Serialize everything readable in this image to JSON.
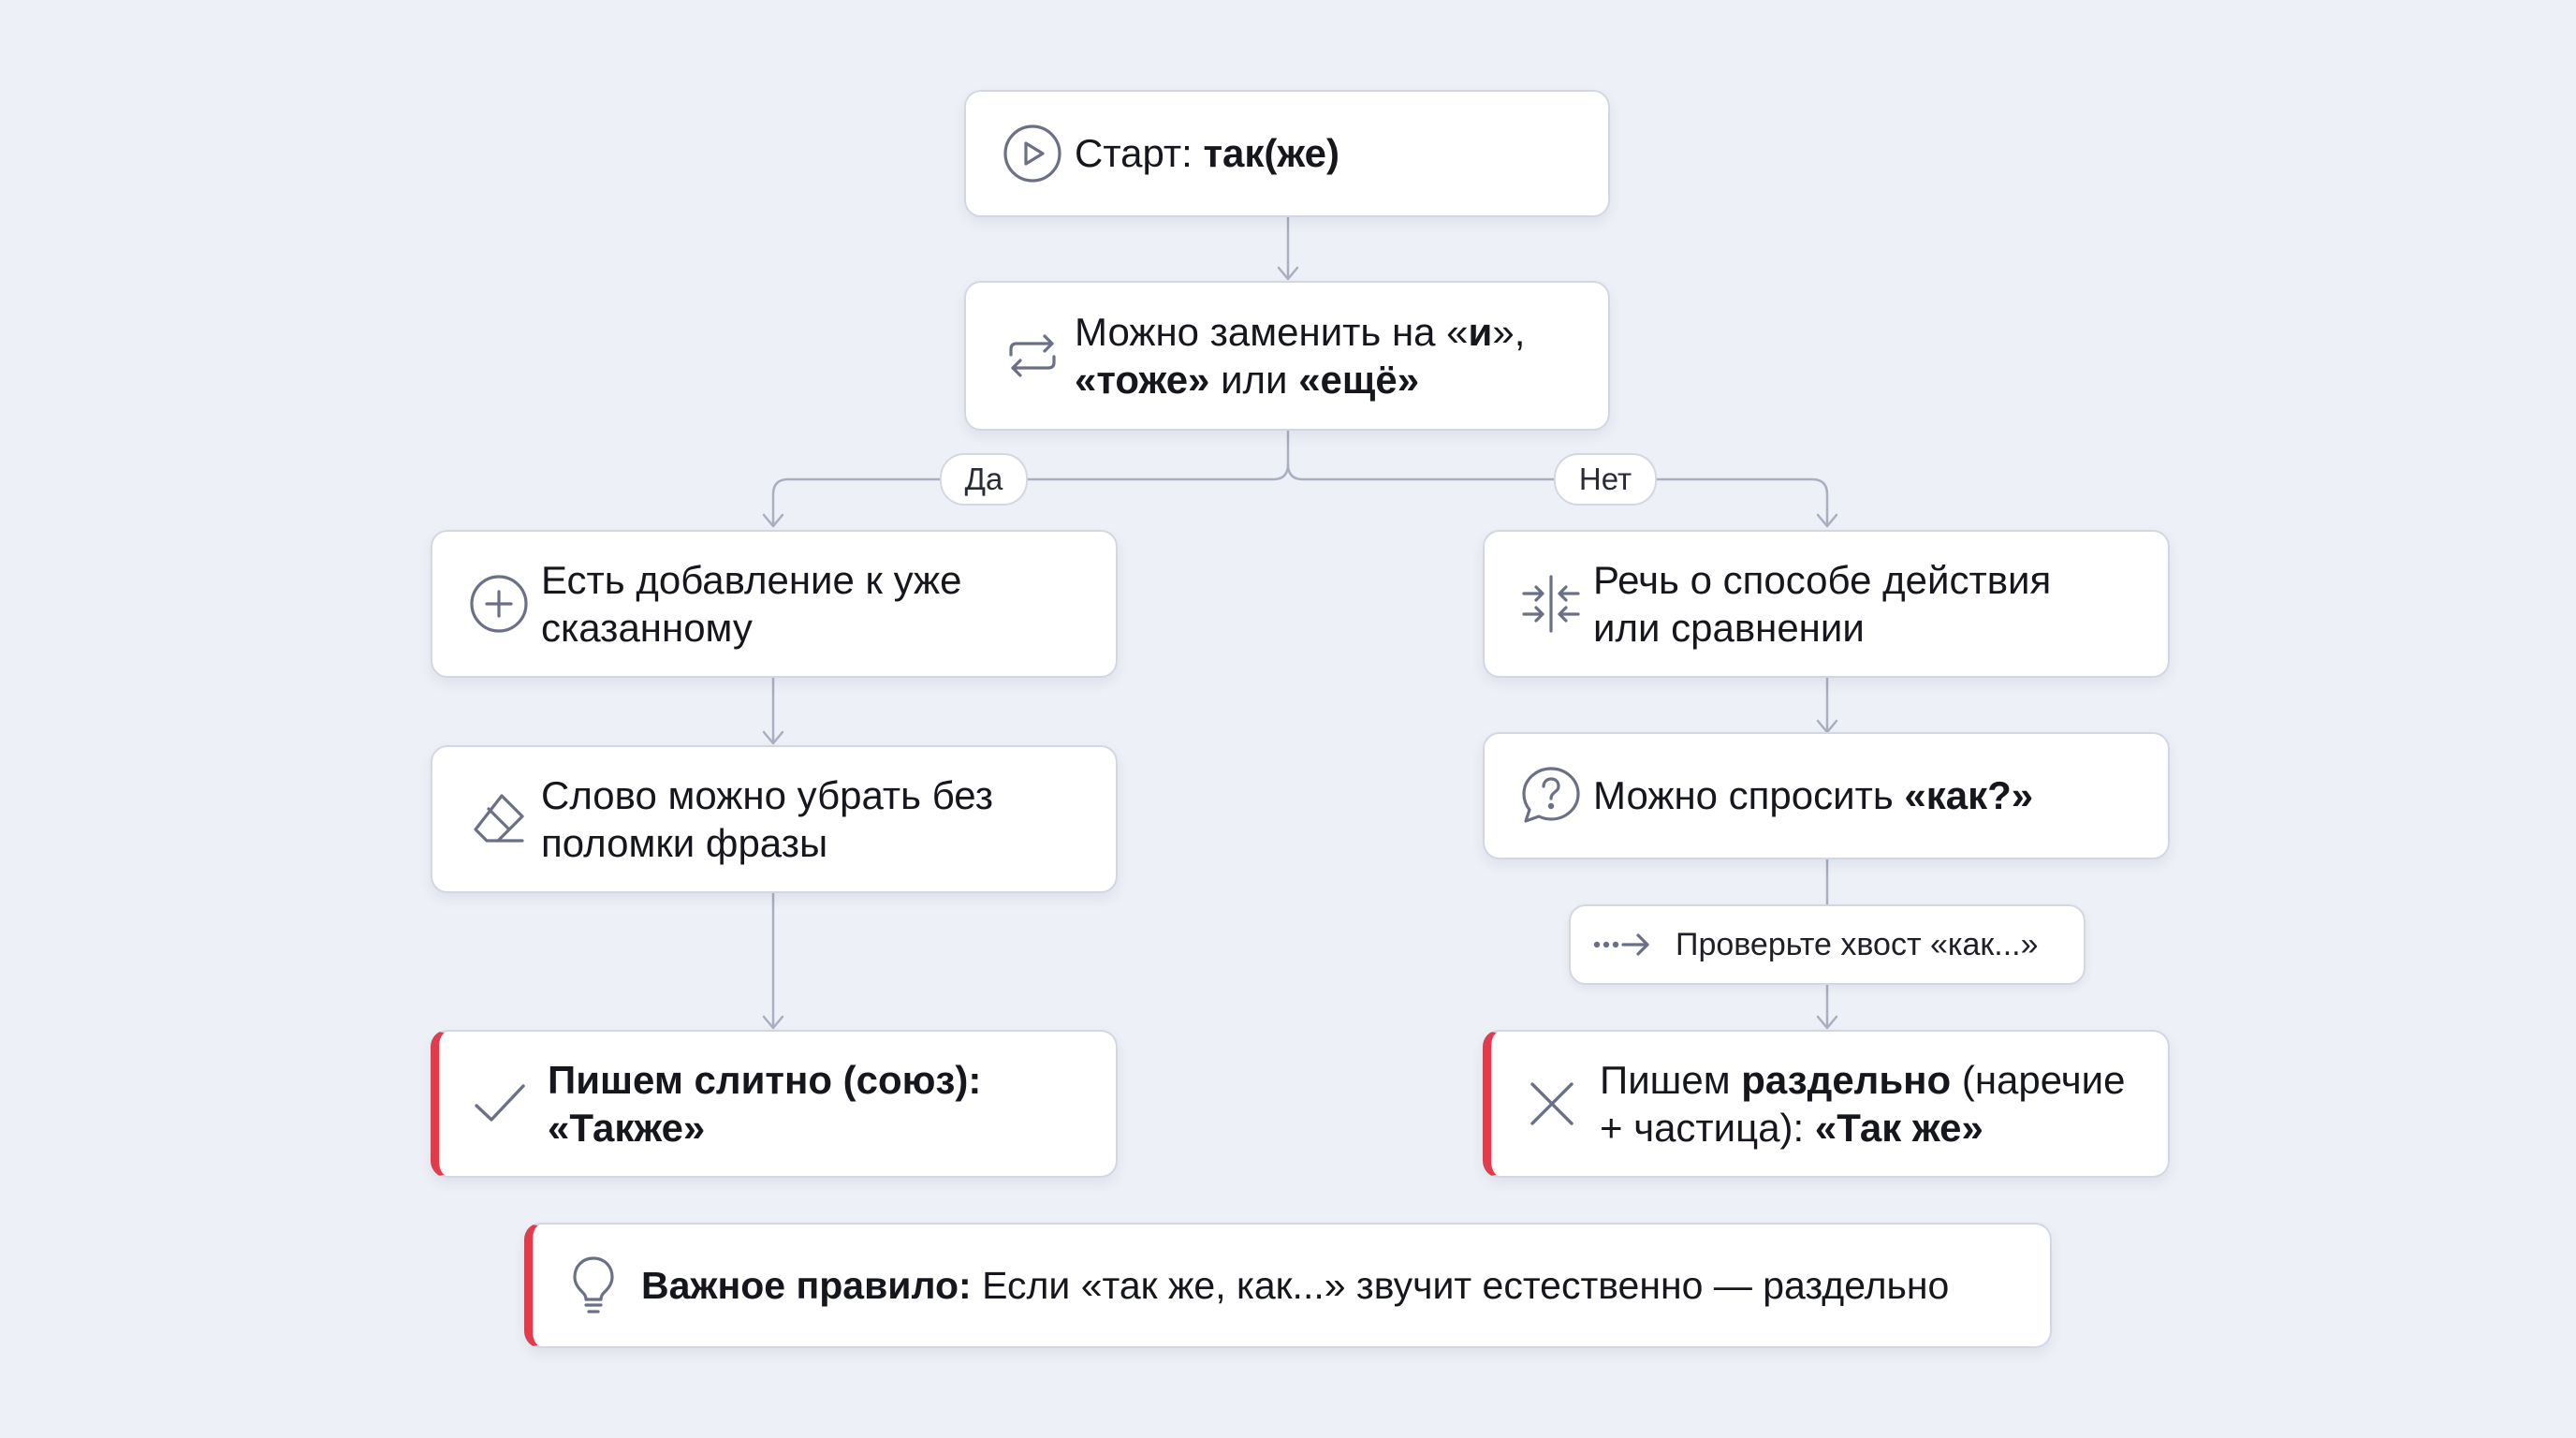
{
  "colors": {
    "background": "#eef0f7",
    "card": "#ffffff",
    "border": "#d3d7e2",
    "connector": "#a9aec0",
    "icon": "#6b7087",
    "accent": "#e23b4c"
  },
  "start": {
    "icon": "play-circle-icon",
    "label": "Старт: ",
    "term": "так(же)"
  },
  "question": {
    "icon": "swap-arrows-icon",
    "line1_a": "Можно заменить на «",
    "line1_b": "и",
    "line1_c": "»,",
    "line2_a": "«тоже»",
    "line2_b": " или ",
    "line2_c": "«ещё»"
  },
  "branch_yes": "Да",
  "branch_no": "Нет",
  "yes_path": {
    "step1": {
      "icon": "plus-circle-icon",
      "text": "Есть добавление к уже сказанному"
    },
    "step2": {
      "icon": "eraser-icon",
      "text": "Слово можно убрать без поломки фразы"
    },
    "result": {
      "icon": "check-icon",
      "text": "Пишем слитно (союз): «Также»"
    }
  },
  "no_path": {
    "step1": {
      "icon": "compare-arrows-icon",
      "text": "Речь о способе действия или сравнении"
    },
    "step2": {
      "icon": "question-bubble-icon",
      "text_a": "Можно спросить ",
      "text_b": "«как?»"
    },
    "hint": {
      "icon": "dotted-arrow-icon",
      "text": "Проверьте хвост «как...»"
    },
    "result": {
      "icon": "cross-icon",
      "text_a": "Пишем ",
      "text_b": "раздельно",
      "text_c": " (наречие + частица): ",
      "text_d": "«Так же»"
    }
  },
  "rule": {
    "icon": "lightbulb-icon",
    "label": "Важное правило:",
    "text": " Если «так же, как...» звучит естественно — раздельно"
  }
}
